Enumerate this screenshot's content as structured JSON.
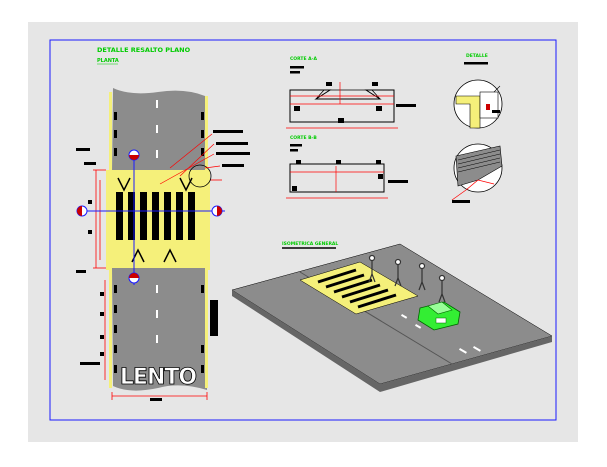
{
  "title": "DETALLE RESALTO PLANO",
  "views": {
    "planta": "PLANTA",
    "corte_aa": "CORTE A-A",
    "corte_bb": "CORTE B-B",
    "detalle": "DETALLE",
    "isometrica": "ISOMETRICA GENERAL"
  },
  "road_marking": "LENTO",
  "colors": {
    "sheet": "#e6e6e6",
    "frame": "#1a1aff",
    "road": "#8c8c8c",
    "hump": "#f5f07a",
    "stripe": "#000000",
    "dim": "#ff0000",
    "label_green": "#00cc00",
    "section_red": "#cc0000",
    "car": "#33ee33"
  },
  "icons": [
    "section-marker-icon",
    "detail-circle-icon",
    "car-icon",
    "pedestrian-icon"
  ]
}
